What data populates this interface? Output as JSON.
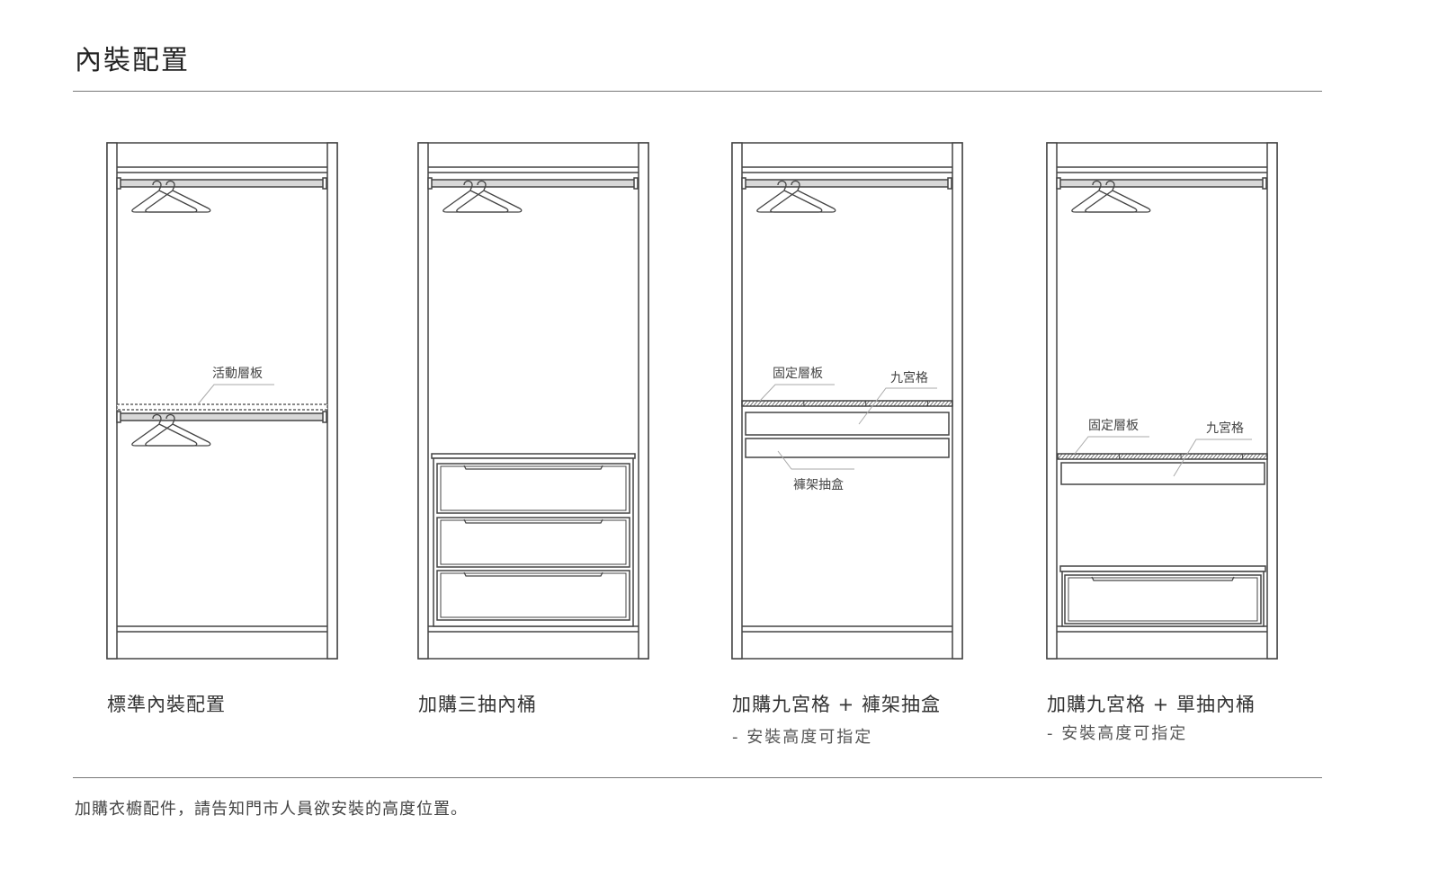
{
  "title": "內裝配置",
  "configs": [
    {
      "caption": "標準內裝配置",
      "sub": ""
    },
    {
      "caption": "加購三抽內桶",
      "sub": ""
    },
    {
      "caption": "加購九宮格 + 褲架抽盒",
      "sub": "- 安裝高度可指定"
    },
    {
      "caption": "加購九宮格 + 單抽內桶",
      "sub": "- 安裝高度可指定"
    }
  ],
  "labels": {
    "movable_shelf": "活動層板",
    "fixed_shelf": "固定層板",
    "grid_organizer": "九宮格",
    "pants_drawer": "褲架抽盒"
  },
  "note": "加購衣櫥配件，請告知門市人員欲安裝的高度位置。",
  "colors": {
    "line": "#444444",
    "rod": "#d8d8d8"
  }
}
